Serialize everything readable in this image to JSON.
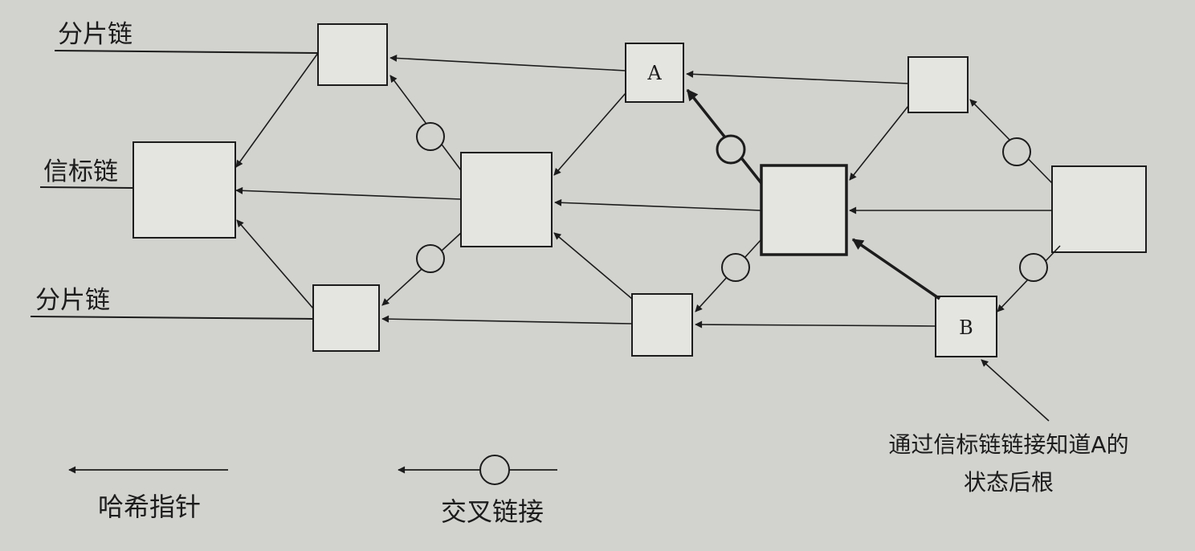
{
  "chains": {
    "shard_top": "分片链",
    "beacon": "信标链",
    "shard_bottom": "分片链"
  },
  "blocks": {
    "block_a": "A",
    "block_b": "B"
  },
  "annotation": {
    "line1": "通过信标链链接知道A的",
    "line2": "状态后根"
  },
  "legend": {
    "hash_pointer": "哈希指针",
    "cross_link": "交叉链接"
  },
  "colors": {
    "background": "#d2d2ce",
    "box_fill": "#e4e4e0",
    "ink": "#1c1c1c"
  }
}
